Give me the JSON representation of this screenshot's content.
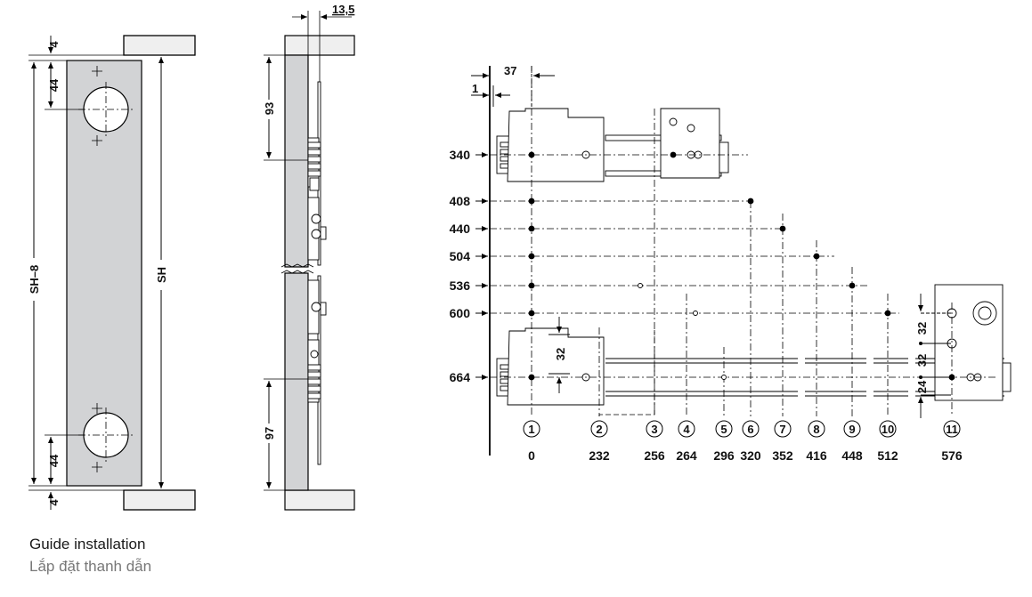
{
  "captions": {
    "title": "Guide installation",
    "subtitle": "Lắp đặt thanh dẫn"
  },
  "left_view": {
    "top_gap": "4",
    "bottom_gap": "4",
    "top_hole": "44",
    "bottom_hole": "44",
    "inner_height": "SH–8",
    "height": "SH"
  },
  "side_view": {
    "thickness": "13,5",
    "top_offset": "93",
    "bottom_offset": "97"
  },
  "grid_view": {
    "top_offset": "37",
    "edge_offset": "1",
    "pitch_top": "32",
    "pitch_right_a": "32",
    "pitch_right_b": "32",
    "pitch_right_c": "24",
    "rows": [
      "340",
      "408",
      "440",
      "504",
      "536",
      "600",
      "664"
    ],
    "columns": [
      {
        "n": "1",
        "v": "0"
      },
      {
        "n": "2",
        "v": "232"
      },
      {
        "n": "3",
        "v": "256"
      },
      {
        "n": "4",
        "v": "264"
      },
      {
        "n": "5",
        "v": "296"
      },
      {
        "n": "6",
        "v": "320"
      },
      {
        "n": "7",
        "v": "352"
      },
      {
        "n": "8",
        "v": "416"
      },
      {
        "n": "9",
        "v": "448"
      },
      {
        "n": "10",
        "v": "512"
      },
      {
        "n": "11",
        "v": "576"
      }
    ]
  }
}
